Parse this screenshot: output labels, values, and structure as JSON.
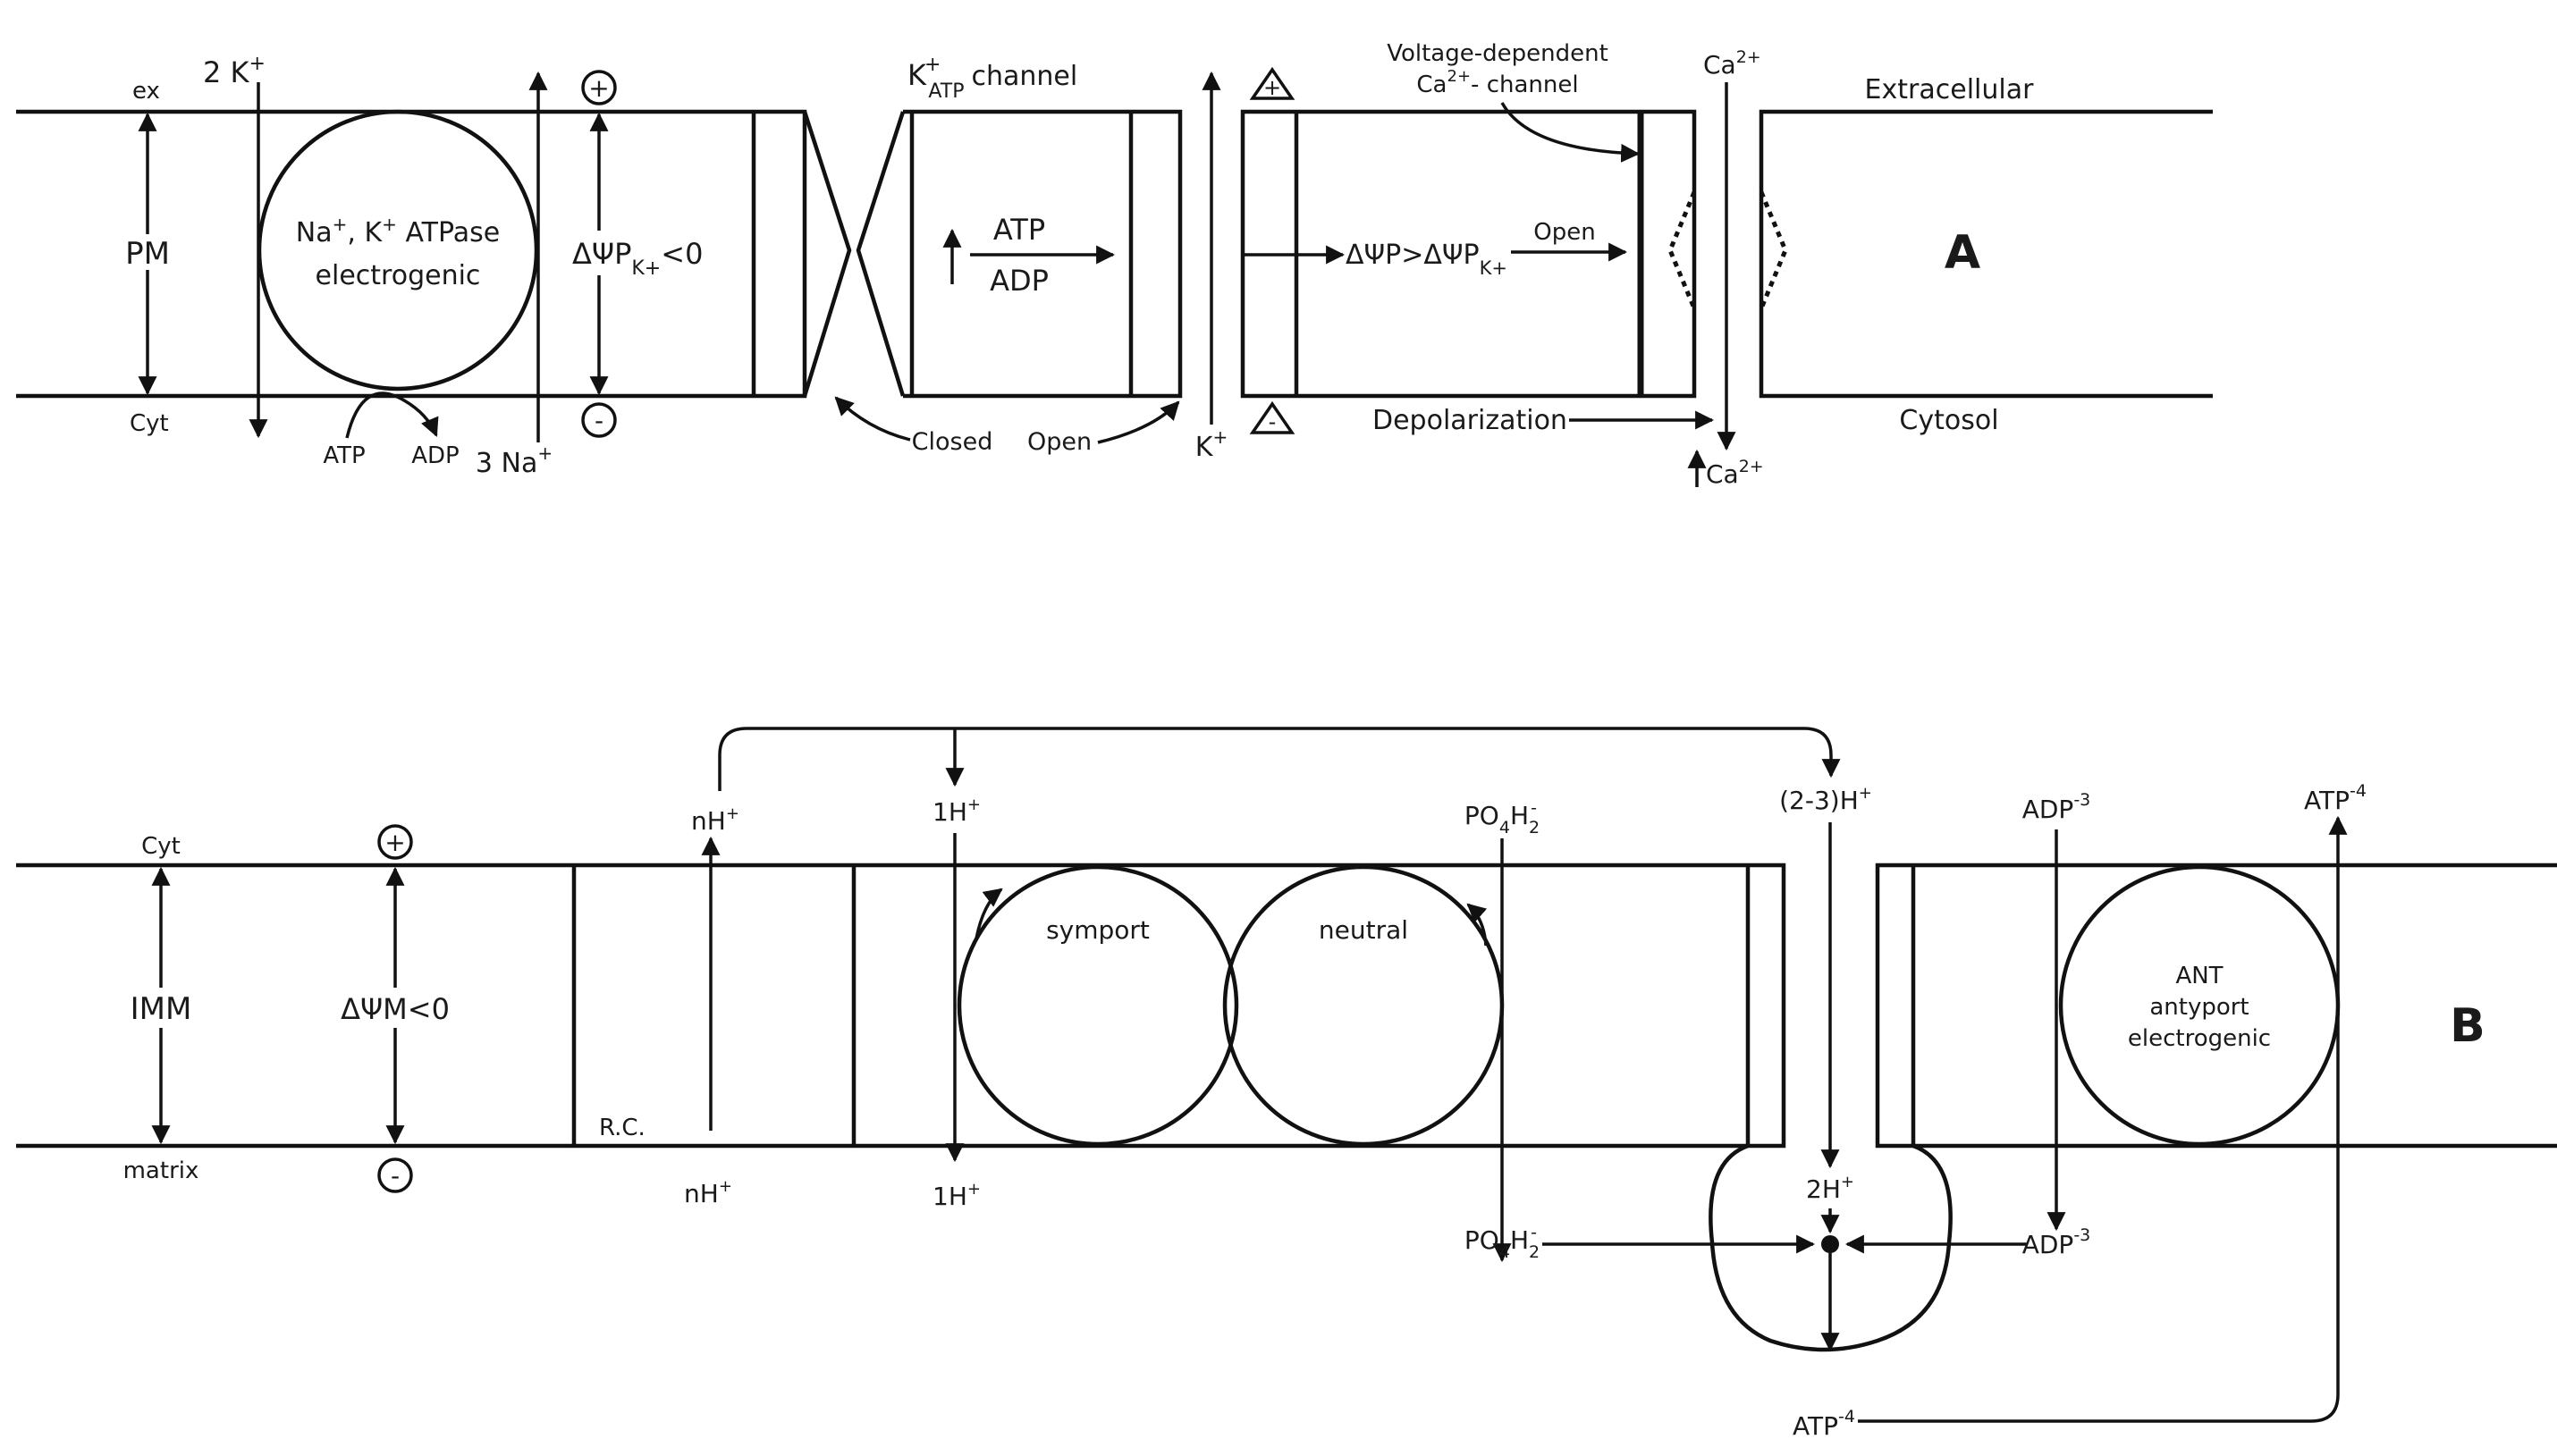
{
  "panel_a": {
    "letter": "A",
    "ex": "ex",
    "cyt": "Cyt",
    "pm": "PM",
    "k_in": "2 K",
    "k_in_sup": "+",
    "pump_line1": "Na",
    "pump_line1_rest": ", K",
    "pump_line1_end": " ATPase",
    "pump_sup": "+",
    "pump_line2": "electrogenic",
    "atp": "ATP",
    "adp": "ADP",
    "na_out": "3 Na",
    "na_sup": "+",
    "plus": "+",
    "minus": "-",
    "dpsi": "ΔΨP",
    "dpsi_sub": "K+",
    "dpsi_rel": "<0",
    "katp_k": "K",
    "katp_sup": "+",
    "katp_sub": "ATP",
    "katp_channel": "channel",
    "atp_inner": "ATP",
    "adp_inner": "ADP",
    "closed": "Closed",
    "open": "Open",
    "k_out": "K",
    "k_out_sup": "+",
    "dpsi2": "ΔΨP>ΔΨP",
    "dpsi2_sub": "K+",
    "open2": "Open",
    "vdc_line1": "Voltage-dependent",
    "vdc_ca": "Ca",
    "vdc_sup": "2+",
    "vdc_rest": "- channel",
    "ca_top": "Ca",
    "ca_top_sup": "2+",
    "ca_bottom": "Ca",
    "ca_bottom_sup": "2+",
    "extracellular": "Extracellular",
    "cytosol": "Cytosol",
    "depolarization": "Depolarization"
  },
  "panel_b": {
    "letter": "B",
    "cyt": "Cyt",
    "matrix": "matrix",
    "imm": "IMM",
    "plus": "+",
    "minus": "-",
    "dpsi": "ΔΨM<0",
    "rc": "R.C.",
    "nh": "nH",
    "nh_sup": "+",
    "nh_matrix": "nH",
    "nh_matrix_sup": "+",
    "h1": "1H",
    "h1_sup": "+",
    "h1_matrix": "1H",
    "h1_matrix_sup": "+",
    "symport": "symport",
    "neutral": "neutral",
    "po4_top": "PO",
    "po4_top_sub4": "4",
    "po4_top_h": "H",
    "po4_top_sub2": "2",
    "po4_top_sup": "-",
    "po4_bottom": "PO",
    "po4_bottom_sub4": "4",
    "po4_bottom_h": "H",
    "po4_bottom_sub2": "2",
    "po4_bottom_sup": "-",
    "h23": "(2-3)H",
    "h23_sup": "+",
    "h2": "2H",
    "h2_sup": "+",
    "adp_top": "ADP",
    "adp_top_sup": "-3",
    "adp_bottom": "ADP",
    "adp_bottom_sup": "-3",
    "atp_top": "ATP",
    "atp_top_sup": "-4",
    "atp_bottom": "ATP",
    "atp_bottom_sup": "-4",
    "ant_line1": "ANT",
    "ant_line2": "antyport",
    "ant_line3": "electrogenic"
  }
}
